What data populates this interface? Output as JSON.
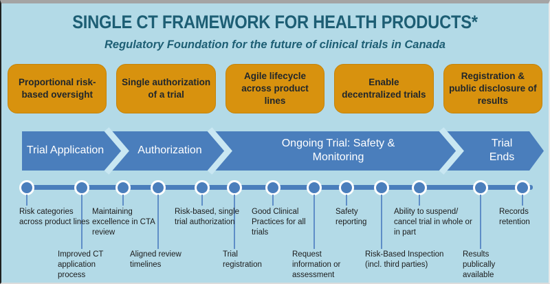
{
  "header": {
    "title": "SINGLE CT FRAMEWORK FOR HEALTH PRODUCTS*",
    "subtitle": "Regulatory Foundation for the future of clinical trials in Canada"
  },
  "pillars": [
    {
      "label": "Proportional risk-based oversight"
    },
    {
      "label": "Single authorization of a trial"
    },
    {
      "label": "Agile lifecycle across product lines"
    },
    {
      "label": "Enable decentralized trials"
    },
    {
      "label": "Registration & public disclosure of results"
    }
  ],
  "process": {
    "stages": [
      {
        "label": "Trial Application"
      },
      {
        "label": "Authorization"
      },
      {
        "label": "Ongoing Trial: Safety & Monitoring"
      },
      {
        "label": "Trial Ends"
      }
    ]
  },
  "timeline": {
    "milestones": [
      {
        "label": "Risk categories across product lines"
      },
      {
        "label": "Improved CT application process"
      },
      {
        "label": "Maintaining excellence in CTA review"
      },
      {
        "label": "Aligned review timelines"
      },
      {
        "label": "Risk-based, single trial authorization"
      },
      {
        "label": "Trial registration"
      },
      {
        "label": "Good Clinical Practices for all trials"
      },
      {
        "label": "Request information or assessment"
      },
      {
        "label": "Safety reporting"
      },
      {
        "label": "Risk-Based Inspection (incl. third parties)"
      },
      {
        "label": "Ability to suspend/ cancel trial in whole or in part"
      },
      {
        "label": "Results publically available"
      },
      {
        "label": "Records retention"
      }
    ]
  },
  "colors": {
    "background": "#b3dae7",
    "title_teal": "#1d5e74",
    "pillar_orange": "#d8920e",
    "arrow_blue": "#4a7ebc",
    "chevron_gap": "#c9e7f2",
    "label_text": "#1b1b1b"
  }
}
